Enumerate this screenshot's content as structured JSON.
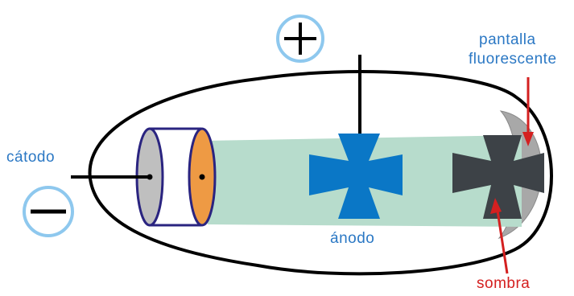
{
  "labels": {
    "cathode": "cátodo",
    "anode": "ánodo",
    "screen_line1": "pantalla",
    "screen_line2": "fluorescente",
    "shadow": "sombra"
  },
  "symbols": {
    "positive": "+",
    "negative": "−"
  },
  "colors": {
    "beam": "#b7dccc",
    "anode_cross": "#0a77c6",
    "shadow_cross": "#3d4247",
    "cathode_back": "#bfbfbf",
    "cathode_front": "#ee9a44",
    "cathode_outline": "#2a2480",
    "screen": "#a8a8a8",
    "arrow": "#d42020",
    "label_blue": "#2b78c4",
    "terminal_ring": "#8ec8ee"
  }
}
